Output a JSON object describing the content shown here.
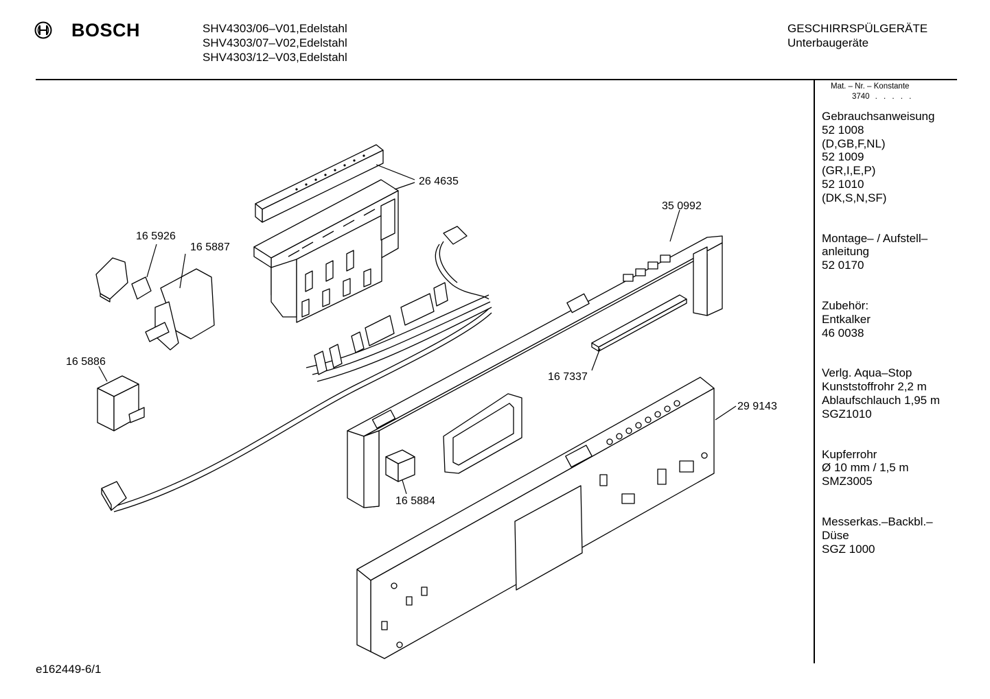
{
  "header": {
    "brand": "BOSCH",
    "models": [
      "SHV4303/06–V01,Edelstahl",
      "SHV4303/07–V02,Edelstahl",
      "SHV4303/12–V03,Edelstahl"
    ],
    "category": [
      "GESCHIRRSPÜLGERÄTE",
      "Unterbaugeräte"
    ]
  },
  "sidebar": {
    "mat_label": "Mat. – Nr. – Konstante",
    "mat_value": "3740",
    "mat_dots": ". . . . .",
    "blocks": [
      {
        "lines": [
          "Gebrauchsanweisung",
          "52 1008",
          "(D,GB,F,NL)",
          "52 1009",
          "(GR,I,E,P)",
          "52 1010",
          "(DK,S,N,SF)"
        ]
      },
      {
        "lines": [
          "Montage– / Aufstell–",
          "anleitung",
          "52 0170"
        ]
      },
      {
        "lines": [
          "Zubehör:",
          "Entkalker",
          "46 0038"
        ]
      },
      {
        "lines": [
          "Verlg. Aqua–Stop",
          "Kunststoffrohr 2,2 m",
          "Ablaufschlauch 1,95 m",
          "SGZ1010"
        ]
      },
      {
        "lines": [
          "Kupferrohr",
          "Ø 10 mm / 1,5 m",
          "SMZ3005"
        ]
      },
      {
        "lines": [
          "Messerkas.–Backbl.–",
          "Düse",
          "SGZ 1000"
        ]
      }
    ]
  },
  "parts": [
    {
      "id": "264635",
      "label": "26 4635"
    },
    {
      "id": "350992",
      "label": "35 0992"
    },
    {
      "id": "165926",
      "label": "16 5926"
    },
    {
      "id": "165887",
      "label": "16 5887"
    },
    {
      "id": "165886",
      "label": "16 5886"
    },
    {
      "id": "167337",
      "label": "16 7337"
    },
    {
      "id": "299143",
      "label": "29 9143"
    },
    {
      "id": "165884",
      "label": "16 5884"
    }
  ],
  "footer": {
    "code": "e162449-6/1"
  }
}
